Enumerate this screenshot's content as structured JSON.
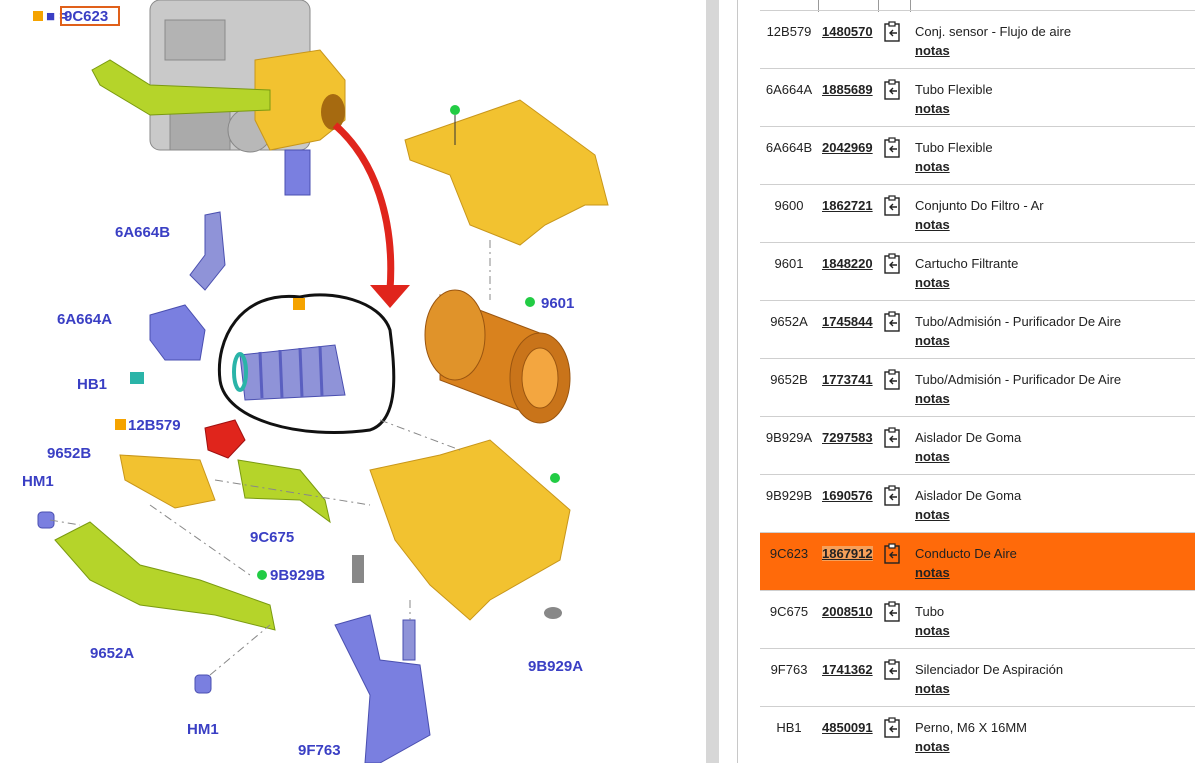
{
  "diagram": {
    "legend_symbol": "■ =",
    "legend_code": "9C623",
    "labels": {
      "l6A664B": "6A664B",
      "l6A664A": "6A664A",
      "lHB1": "HB1",
      "l12B579": "12B579",
      "l9652B": "9652B",
      "lHM1a": "HM1",
      "l9C675": "9C675",
      "l9B929B": "9B929B",
      "l9652A": "9652A",
      "lHM1b": "HM1",
      "l9F763": "9F763",
      "l9B929A": "9B929A",
      "l9601": "9601"
    }
  },
  "parts": {
    "notes_label": "notas",
    "rows": [
      {
        "code": "12B579",
        "pn": "1480570",
        "desc": "Conj. sensor - Flujo de aire"
      },
      {
        "code": "6A664A",
        "pn": "1885689",
        "desc": "Tubo Flexible"
      },
      {
        "code": "6A664B",
        "pn": "2042969",
        "desc": "Tubo Flexible"
      },
      {
        "code": "9600",
        "pn": "1862721",
        "desc": "Conjunto Do Filtro - Ar"
      },
      {
        "code": "9601",
        "pn": "1848220",
        "desc": "Cartucho Filtrante"
      },
      {
        "code": "9652A",
        "pn": "1745844",
        "desc": "Tubo/Admisión - Purificador De Aire"
      },
      {
        "code": "9652B",
        "pn": "1773741",
        "desc": "Tubo/Admisión - Purificador De Aire"
      },
      {
        "code": "9B929A",
        "pn": "7297583",
        "desc": "Aislador De Goma"
      },
      {
        "code": "9B929B",
        "pn": "1690576",
        "desc": "Aislador De Goma"
      },
      {
        "code": "9C623",
        "pn": "1867912",
        "desc": "Conducto De Aire"
      },
      {
        "code": "9C675",
        "pn": "2008510",
        "desc": "Tubo"
      },
      {
        "code": "9F763",
        "pn": "1741362",
        "desc": "Silenciador De Aspiración"
      },
      {
        "code": "HB1",
        "pn": "4850091",
        "desc": "Perno, M6 X 16MM"
      }
    ],
    "selected_code": "9C623",
    "selected_color": "#ff6a0a",
    "add_icon": "add-to-list-icon"
  },
  "colors": {
    "label_blue": "#3a3fc4",
    "part_yellow": "#f2c230",
    "part_green": "#b5d42a",
    "part_blue": "#7a7fe0",
    "arrow_red": "#e0251c",
    "marker_green": "#22cc44",
    "marker_orange": "#f5a300"
  }
}
